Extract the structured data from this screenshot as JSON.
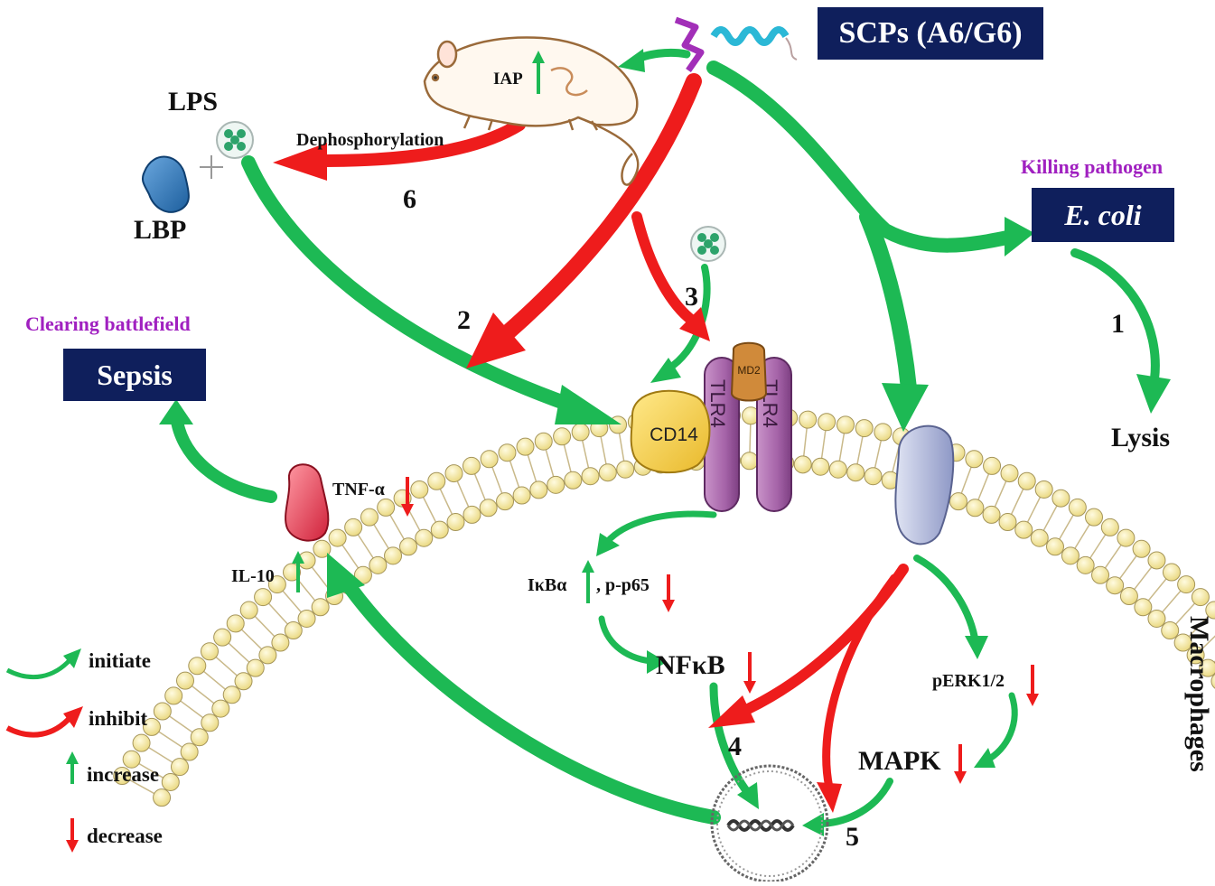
{
  "scps_box": "SCPs (A6/G6)",
  "lps": "LPS",
  "lbp": "LBP",
  "iap": "IAP",
  "dephosphorylation": "Dephosphorylation",
  "killing_pathogen": "Killing pathogen",
  "ecoli_box": "E. coli",
  "lysis": "Lysis",
  "clearing_battlefield": "Clearing battlefield",
  "sepsis_box": "Sepsis",
  "cd14": "CD14",
  "md2": "MD2",
  "tlr4": "TLR4",
  "tnf_alpha": "TNF-α",
  "il10": "IL-10",
  "ikba": "IκBα",
  "p_p65": ", p-p65",
  "nfkb": "NFκB",
  "perk": "pERK1/2",
  "mapk": "MAPK",
  "macrophages": "Macrophages",
  "steps": [
    "1",
    "2",
    "3",
    "4",
    "5",
    "6"
  ],
  "legend": {
    "initiate": "initiate",
    "inhibit": "inhibit",
    "increase": "increase",
    "decrease": "decrease"
  },
  "colors": {
    "initiate_green": "#1db954",
    "inhibit_red": "#ee1c1c",
    "box_navy": "#0f1f5c",
    "label_purple": "#a020c0",
    "membrane_head": "#f7eda4"
  }
}
